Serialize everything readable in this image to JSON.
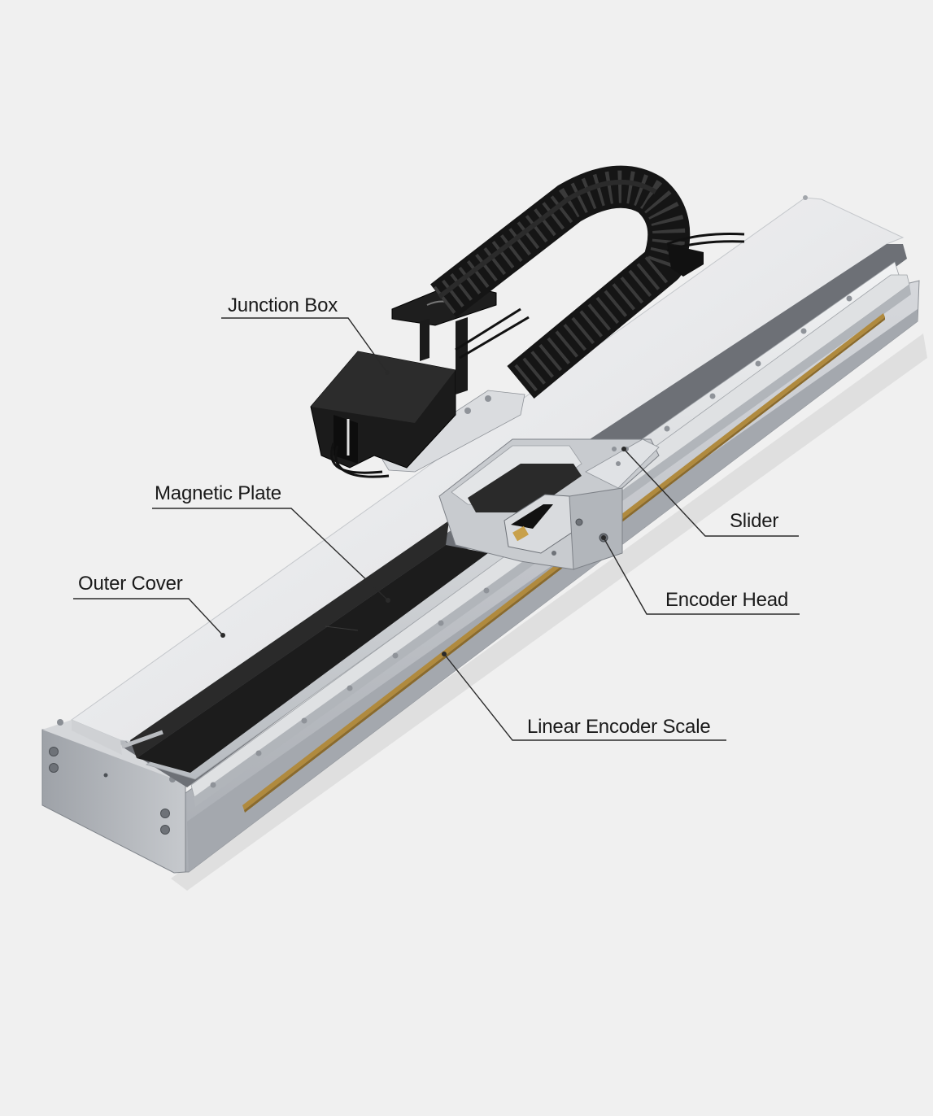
{
  "labels": {
    "junction_box": "Junction Box",
    "magnetic_plate": "Magnetic Plate",
    "outer_cover": "Outer Cover",
    "slider": "Slider",
    "encoder_head": "Encoder Head",
    "linear_encoder_scale": "Linear Encoder Scale"
  },
  "colors": {
    "background": "#f0f0f0",
    "aluminum": "#c9ccd0",
    "cover": "#e6e7e9",
    "magnet_track": "#1c1c1c",
    "cable_chain": "#151515",
    "encoder_strip": "#b08a3e",
    "leader_line": "#2a2a2a"
  }
}
